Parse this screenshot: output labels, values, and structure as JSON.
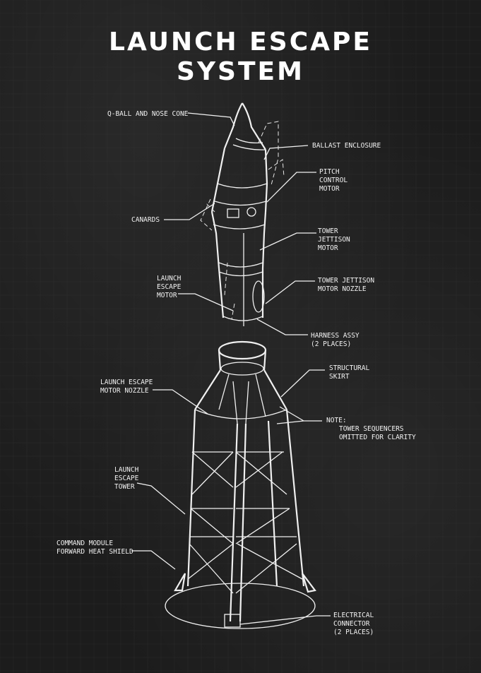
{
  "title": {
    "line1": "LAUNCH ESCAPE",
    "line2": "SYSTEM"
  },
  "colors": {
    "background": "#1c1c1c",
    "ink": "#f0f0f0",
    "grid": "#3a3a3a"
  },
  "labels": {
    "qball": "Q-BALL AND NOSE CONE",
    "ballast": "BALLAST ENCLOSURE",
    "pitch": [
      "PITCH",
      "CONTROL",
      "MOTOR"
    ],
    "canards": "CANARDS",
    "tower_jettison": [
      "TOWER",
      "JETTISON",
      "MOTOR"
    ],
    "launch_escape_motor": [
      "LAUNCH",
      "ESCAPE",
      "MOTOR"
    ],
    "tower_jettison_nozzle": [
      "TOWER JETTISON",
      "MOTOR NOZZLE"
    ],
    "harness": [
      "HARNESS ASSY",
      "(2 PLACES)"
    ],
    "structural_skirt": [
      "STRUCTURAL",
      "SKIRT"
    ],
    "le_motor_nozzle": [
      "LAUNCH ESCAPE",
      "MOTOR NOZZLE"
    ],
    "note": [
      "NOTE:",
      "TOWER SEQUENCERS",
      "OMITTED FOR CLARITY"
    ],
    "le_tower": [
      "LAUNCH",
      "ESCAPE",
      "TOWER"
    ],
    "cm_heat_shield": [
      "COMMAND MODULE",
      "FORWARD HEAT SHIELD"
    ],
    "electrical": [
      "ELECTRICAL",
      "CONNECTOR",
      "(2 PLACES)"
    ]
  }
}
